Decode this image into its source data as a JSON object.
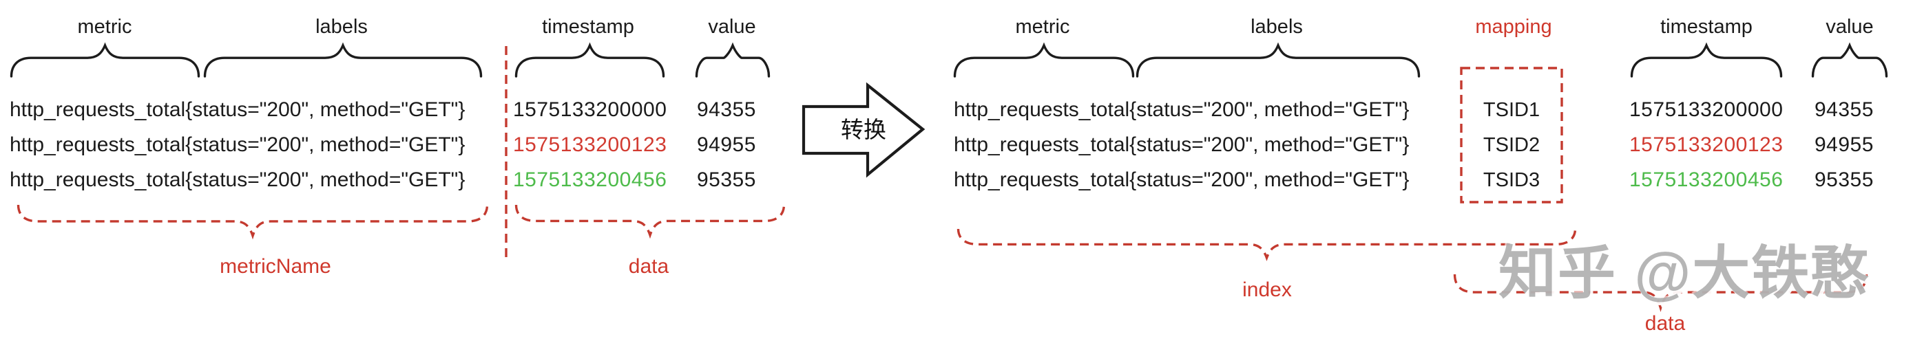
{
  "watermark": "知乎 @大铁憨",
  "arrow": {
    "label": "转换"
  },
  "left_table": {
    "headers": {
      "metric": "metric",
      "labels": "labels",
      "timestamp": "timestamp",
      "value": "value"
    },
    "rows": [
      {
        "series": "http_requests_total{status=\"200\", method=\"GET\"}",
        "timestamp": "1575133200000",
        "value": "94355",
        "timestamp_highlight": "none"
      },
      {
        "series": "http_requests_total{status=\"200\", method=\"GET\"}",
        "timestamp": "1575133200123",
        "value": "94955",
        "timestamp_highlight": "red"
      },
      {
        "series": "http_requests_total{status=\"200\", method=\"GET\"}",
        "timestamp": "1575133200456",
        "value": "95355",
        "timestamp_highlight": "green"
      }
    ],
    "annotations": {
      "metric_name": "metricName",
      "data": "data"
    }
  },
  "right_table": {
    "headers": {
      "metric": "metric",
      "labels": "labels",
      "mapping": "mapping",
      "timestamp": "timestamp",
      "value": "value"
    },
    "rows": [
      {
        "series": "http_requests_total{status=\"200\", method=\"GET\"}",
        "tsid": "TSID1",
        "timestamp": "1575133200000",
        "value": "94355",
        "timestamp_highlight": "none"
      },
      {
        "series": "http_requests_total{status=\"200\", method=\"GET\"}",
        "tsid": "TSID2",
        "timestamp": "1575133200123",
        "value": "94955",
        "timestamp_highlight": "red"
      },
      {
        "series": "http_requests_total{status=\"200\", method=\"GET\"}",
        "tsid": "TSID3",
        "timestamp": "1575133200456",
        "value": "95355",
        "timestamp_highlight": "green"
      }
    ],
    "annotations": {
      "index": "index",
      "data": "data"
    }
  },
  "colors": {
    "text": "#1b1b1b",
    "timestamp_red": "#d23b31",
    "timestamp_green": "#4dbb4a",
    "annotation_red": "#c43a2f",
    "annotation_label_red": "#cf382c",
    "watermark_gray": "#b3b3b3"
  }
}
